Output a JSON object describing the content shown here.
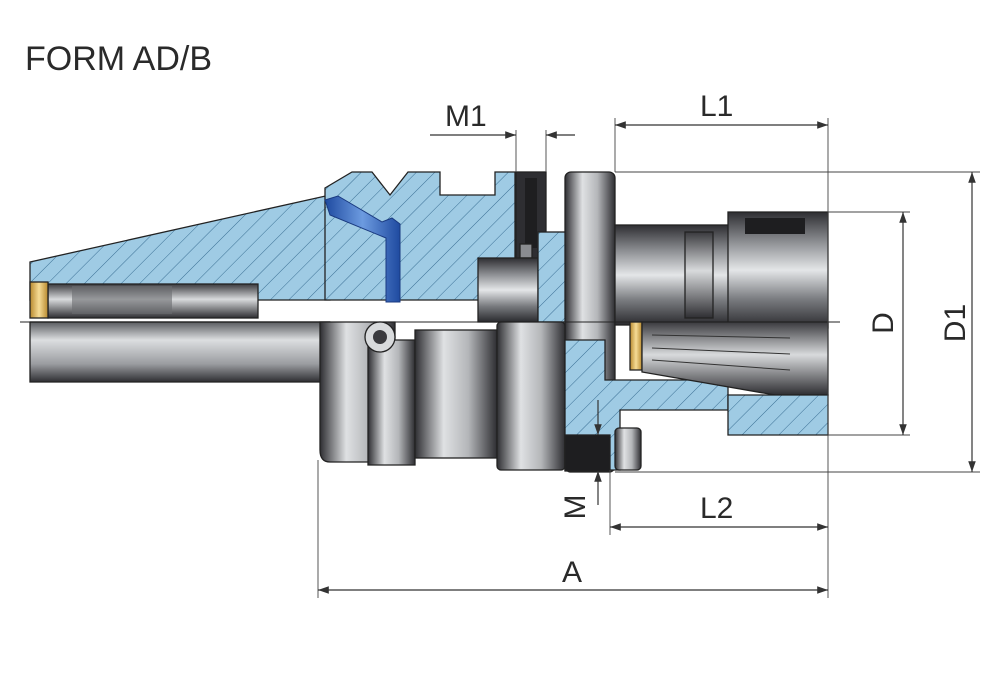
{
  "title": "FORM AD/B",
  "dimensions": {
    "m1": "M1",
    "l1": "L1",
    "d": "D",
    "d1": "D1",
    "m": "M",
    "l2": "L2",
    "a": "A"
  },
  "colors": {
    "section_fill": "#9fcbe4",
    "hatch": "#3a6f94",
    "key_blue": "#2f63b8",
    "steel_dark": "#3c3c40",
    "steel_light": "#c9cbce",
    "brass": "#e8c36a"
  }
}
